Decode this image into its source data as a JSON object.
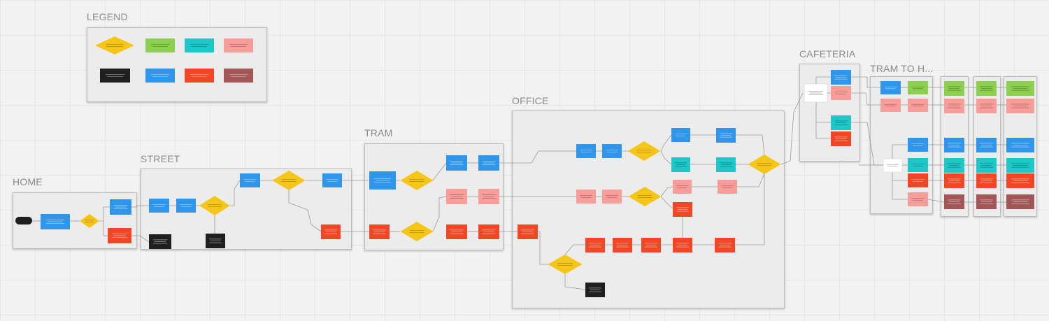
{
  "colors": {
    "blue": "#2f96ec",
    "green": "#8dcf4f",
    "teal": "#1ec8c8",
    "pink": "#f99d9b",
    "red": "#f24726",
    "maroon": "#a35656",
    "black": "#1f1f1f",
    "yellow": "#f5c518",
    "white": "#ffffff",
    "line": "#9a9a9a"
  },
  "frames": {
    "legend": "LEGEND",
    "home": "HOME",
    "street": "STREET",
    "tram": "TRAM",
    "office": "OFFICE",
    "cafeteria": "CAFETERIA",
    "tram_home": "TRAM TO H..."
  }
}
